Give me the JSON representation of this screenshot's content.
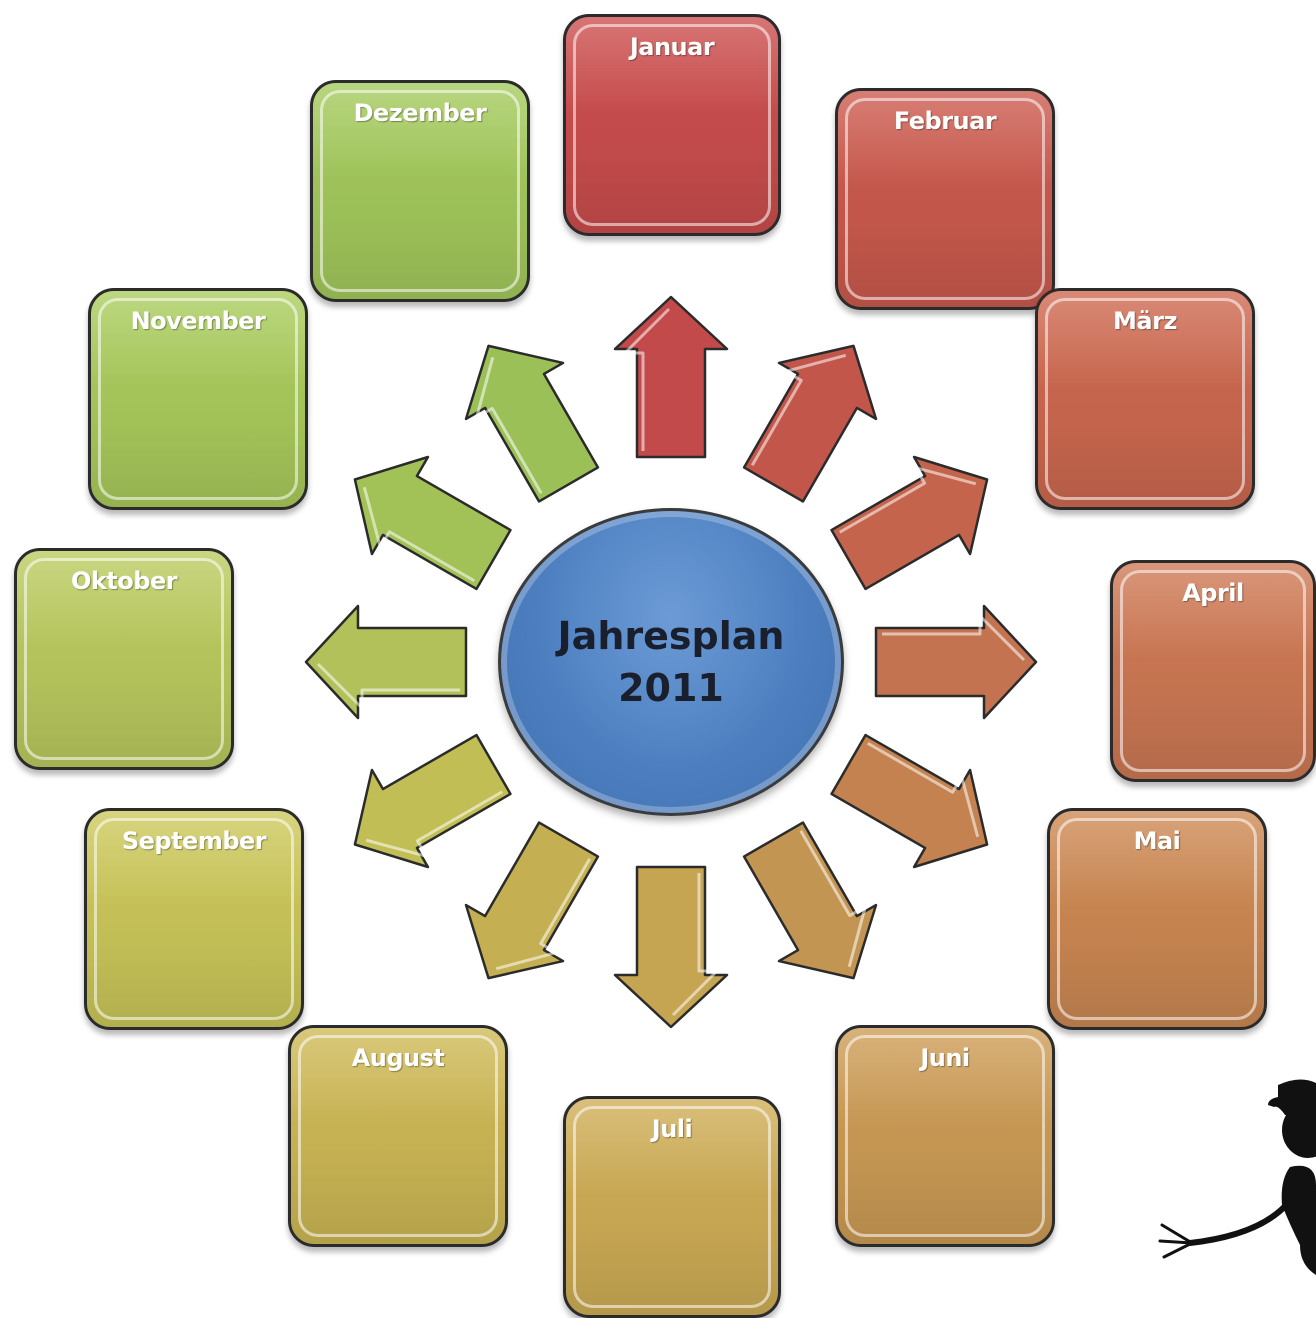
{
  "center": {
    "line1": "Jahresplan",
    "line2": "2011",
    "color": "#4d7fc0"
  },
  "months": [
    {
      "label": "Januar",
      "color": "#c24a4a"
    },
    {
      "label": "Februar",
      "color": "#c2564a"
    },
    {
      "label": "März",
      "color": "#c4644c"
    },
    {
      "label": "April",
      "color": "#c47350"
    },
    {
      "label": "Mai",
      "color": "#c3824f"
    },
    {
      "label": "Juni",
      "color": "#c39552"
    },
    {
      "label": "Juli",
      "color": "#c5a552"
    },
    {
      "label": "August",
      "color": "#c4b052"
    },
    {
      "label": "September",
      "color": "#c2be56"
    },
    {
      "label": "Oktober",
      "color": "#b2c15a"
    },
    {
      "label": "November",
      "color": "#a2c258"
    },
    {
      "label": "Dezember",
      "color": "#9cc058"
    }
  ],
  "mascot_icon": "stick-figure-pointing-icon"
}
